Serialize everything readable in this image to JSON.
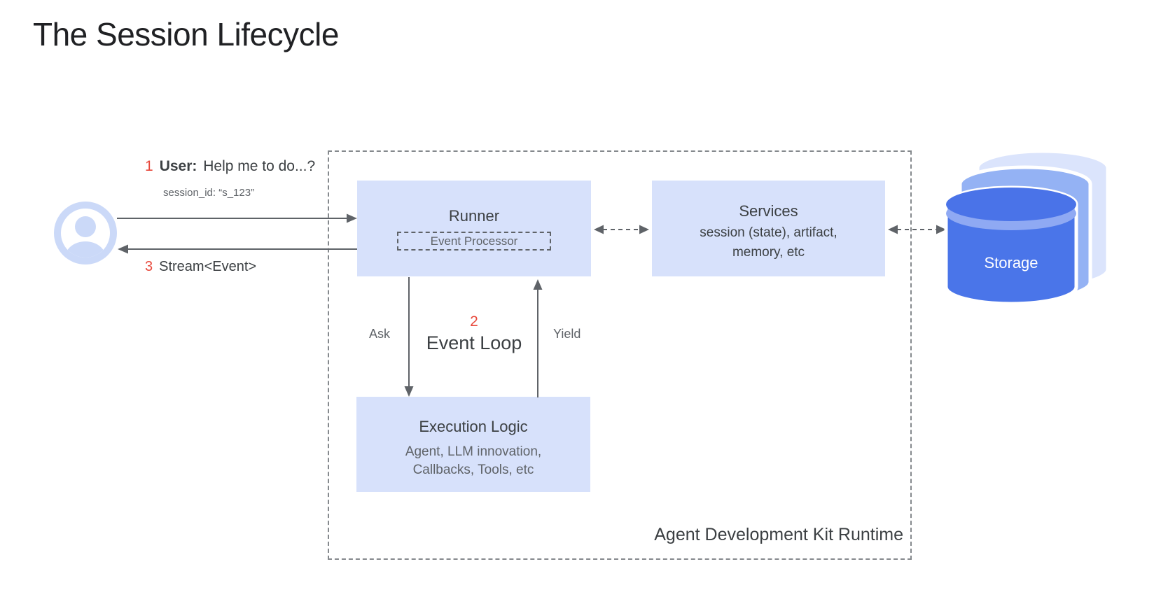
{
  "page": {
    "title": "The Session Lifecycle"
  },
  "messages": {
    "request": {
      "number": "1",
      "speaker": "User:",
      "text": "Help me to do...?",
      "session_id": "session_id: “s_123”"
    },
    "response": {
      "number": "3",
      "text": "Stream<Event>"
    }
  },
  "event_loop": {
    "number": "2",
    "label": "Event Loop",
    "down_label": "Ask",
    "up_label": "Yield"
  },
  "runtime": {
    "label": "Agent Development Kit Runtime",
    "runner": {
      "title": "Runner",
      "event_processor_label": "Event Processor"
    },
    "services": {
      "title": "Services",
      "description_line1": "session (state), artifact,",
      "description_line2": "memory, etc"
    },
    "execution_logic": {
      "title": "Execution Logic",
      "description_line1": "Agent, LLM innovation,",
      "description_line2": "Callbacks, Tools, etc"
    }
  },
  "storage": {
    "label": "Storage"
  },
  "colors": {
    "panel_fill": "#d7e1fb",
    "accent_red": "#e8493c",
    "text_dark": "#3c4043",
    "text_gray": "#5f6368",
    "arrow_gray": "#5f6368",
    "dashed_border_gray": "#85898d",
    "avatar_blue": "#cbd9f8",
    "storage_front": "#4a75e9",
    "storage_front_top": "#4a73e8",
    "storage_rim": "#8fa9f3",
    "storage_mid": "#94b2f4",
    "storage_back": "#dbe4fc"
  }
}
